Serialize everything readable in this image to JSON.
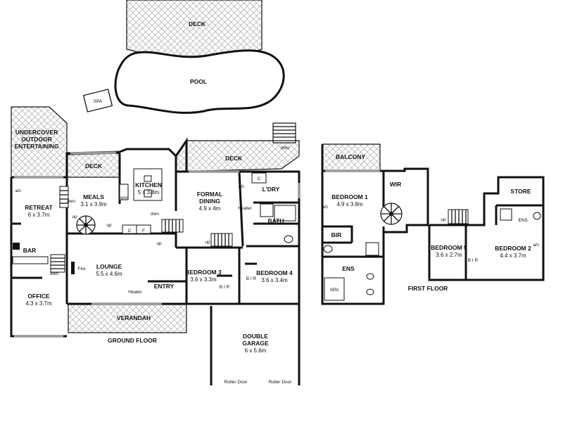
{
  "rooms": {
    "deck_top": "DECK",
    "pool": "POOL",
    "spa_outdoor": "SPA",
    "undercover": [
      "UNDERCOVER",
      "OUTDOOR",
      "ENTERTAINING"
    ],
    "deck_left": "DECK",
    "deck_mid": "DECK",
    "meals": {
      "name": "MEALS",
      "dims": "3.1 x 3.9m"
    },
    "kitchen": {
      "name": "KITCHEN",
      "dims": "5 x 3.8m"
    },
    "formal": {
      "name1": "FORMAL",
      "name2": "DINING",
      "dims": "4.9 x 4m"
    },
    "retreat": {
      "name": "RETREAT",
      "dims": "6 x 3.7m"
    },
    "bar": "BAR",
    "lounge": {
      "name": "LOUNGE",
      "dims": "5.5 x 4.6m"
    },
    "entry": "ENTRY",
    "bed3": {
      "name": "BEDROOM 3",
      "dims": "3.6 x 3.3m"
    },
    "bed4": {
      "name": "BEDROOM 4",
      "dims": "3.6 x 3.4m"
    },
    "office": {
      "name": "OFFICE",
      "dims": "4.3 x 3.7m"
    },
    "verandah": "VERANDAH",
    "garage": {
      "name1": "DOUBLE",
      "name2": "GARAGE",
      "dims": "6 x 5.6m"
    },
    "ldry": "L'DRY",
    "bath": "BATH",
    "balcony": "BALCONY",
    "bed1": {
      "name": "BEDROOM 1",
      "dims": "4.9 x 3.8m"
    },
    "wir": "WIR",
    "bir": "BIR",
    "ens": "ENS",
    "spa_ens": "SPA",
    "store": "STORE",
    "ens2": "ENS",
    "bed5": {
      "name": "BEDROOM 5",
      "dims": "3.6 x 2.7m"
    },
    "bed2": {
      "name": "BEDROOM 2",
      "dims": "4.4 x 3.7m"
    }
  },
  "small": {
    "dwn": "dwn",
    "up": "up",
    "ac": "a/c",
    "wo": "w/o",
    "fire": "Fire",
    "heater": "Heater",
    "c": "C",
    "f": "F",
    "bir_vertical": "B I R",
    "roller_door": "Roller Door"
  },
  "floors": {
    "ground": "GROUND FLOOR",
    "first": "FIRST FLOOR"
  }
}
